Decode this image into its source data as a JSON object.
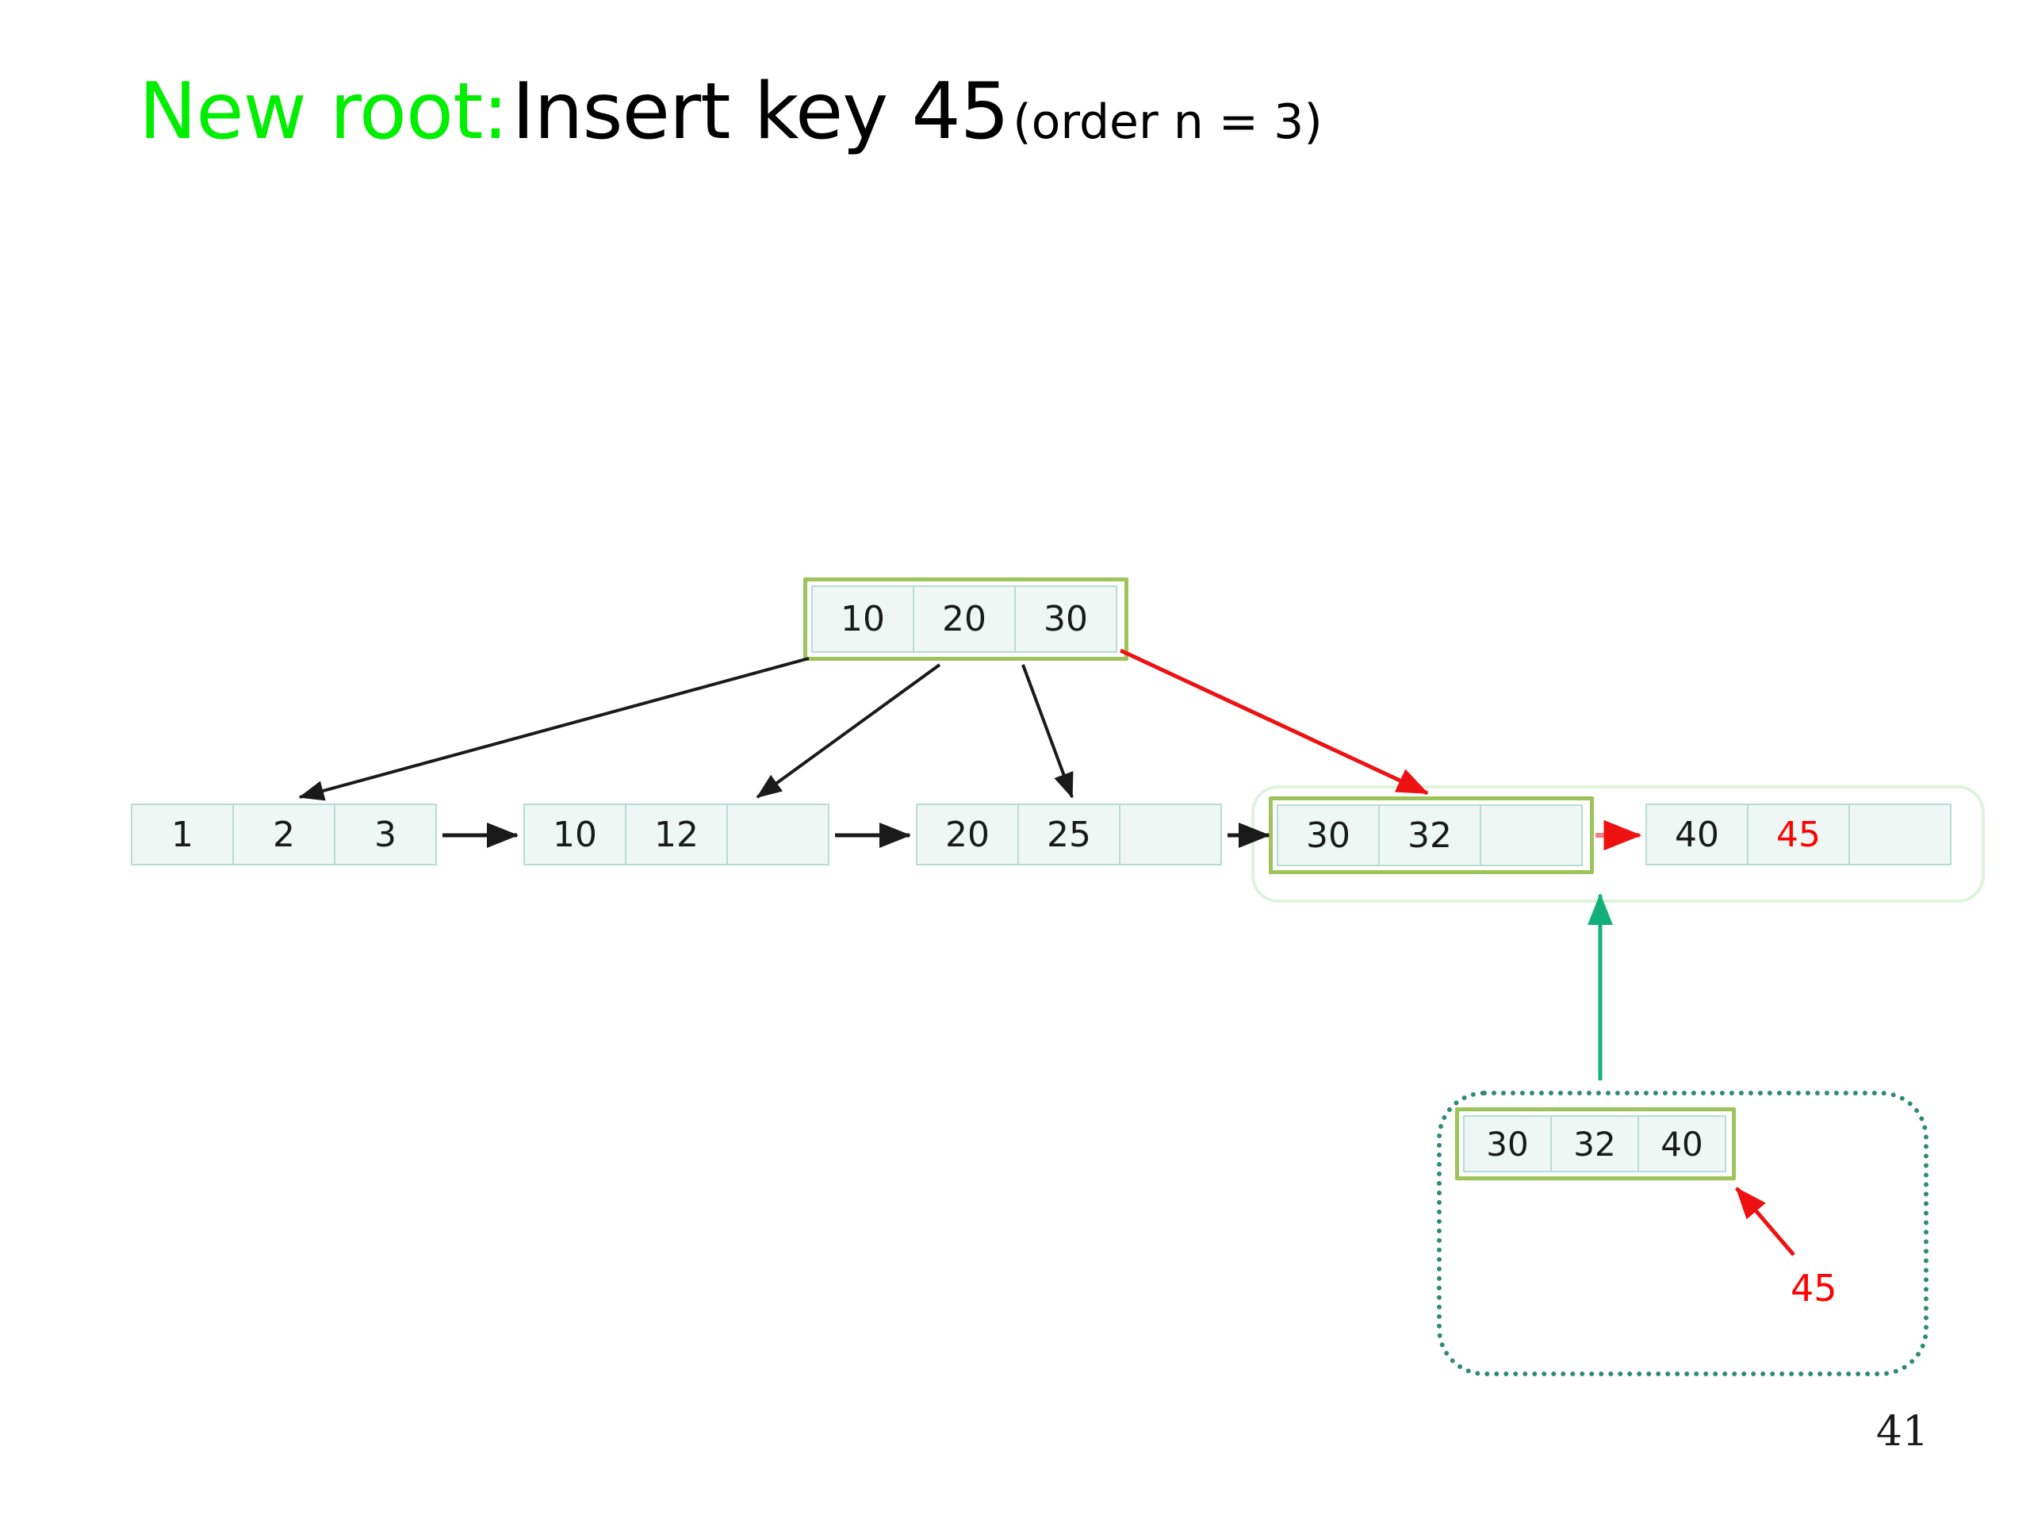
{
  "slide": {
    "title_lead": "New root:",
    "title_main": "Insert key 45",
    "title_sub": "(order n = 3)",
    "page_number": "41",
    "colors": {
      "title_lead": "#00ee00",
      "title_main": "#000000",
      "new_key": "#ff0000",
      "highlight_frame": "#9cc45a",
      "cell_border": "#b5ddd3",
      "cell_fill": "#eff7f4",
      "halo": "#ddf3dc",
      "dotted_region": "#2e8b74",
      "chain_arrow": "#1a1a1a",
      "split_arrow": "#ee1111",
      "promote_arrow": "#13b07c"
    }
  },
  "tree": {
    "root": {
      "id": "root-node",
      "highlighted": true,
      "cells": [
        "10",
        "20",
        "30"
      ]
    },
    "leaves": [
      {
        "id": "leaf-1",
        "highlighted": false,
        "cells": [
          {
            "value": "1",
            "new": false
          },
          {
            "value": "2",
            "new": false
          },
          {
            "value": "3",
            "new": false
          }
        ]
      },
      {
        "id": "leaf-2",
        "highlighted": false,
        "cells": [
          {
            "value": "10",
            "new": false
          },
          {
            "value": "12",
            "new": false
          },
          {
            "value": "",
            "new": false
          }
        ]
      },
      {
        "id": "leaf-3",
        "highlighted": false,
        "cells": [
          {
            "value": "20",
            "new": false
          },
          {
            "value": "25",
            "new": false
          },
          {
            "value": "",
            "new": false
          }
        ]
      },
      {
        "id": "leaf-4",
        "highlighted": true,
        "cells": [
          {
            "value": "30",
            "new": false
          },
          {
            "value": "32",
            "new": false
          },
          {
            "value": "",
            "new": false
          }
        ]
      },
      {
        "id": "leaf-5",
        "highlighted": false,
        "cells": [
          {
            "value": "40",
            "new": false
          },
          {
            "value": "45",
            "new": true
          },
          {
            "value": "",
            "new": false
          }
        ]
      }
    ]
  },
  "overflow_panel": {
    "id": "overflow-node",
    "highlighted": true,
    "cells": [
      "30",
      "32",
      "40"
    ],
    "incoming_key": "45"
  }
}
